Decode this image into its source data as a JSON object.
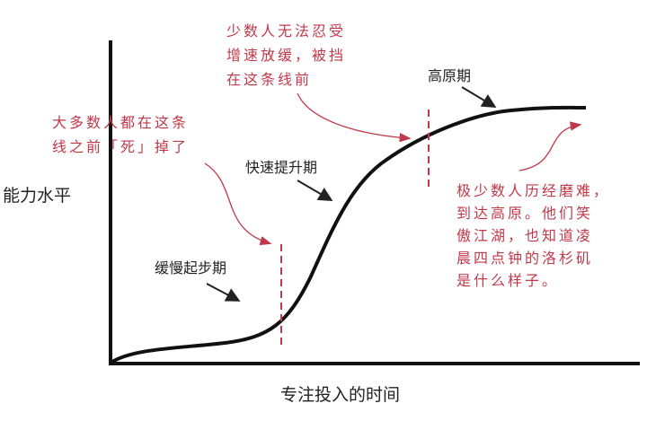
{
  "axes": {
    "y_label": "能力水平",
    "x_label": "专注投入的时间"
  },
  "phases": {
    "slow_start": "缓慢起步期",
    "rapid_growth": "快速提升期",
    "plateau": "高原期"
  },
  "annotations": {
    "first_line": [
      "大多数人都在这条",
      "线之前「死」掉了"
    ],
    "second_line": [
      "少数人无法忍受",
      "增速放缓，被挡",
      "在这条线前"
    ],
    "plateau": [
      "极少数人历经磨难，",
      "到达高原。他们笑",
      "傲江湖，也知道凌",
      "晨四点钟的洛杉矶",
      "是什么样子。"
    ]
  },
  "colors": {
    "curve": "#111111",
    "annotation": "#c0394a"
  }
}
